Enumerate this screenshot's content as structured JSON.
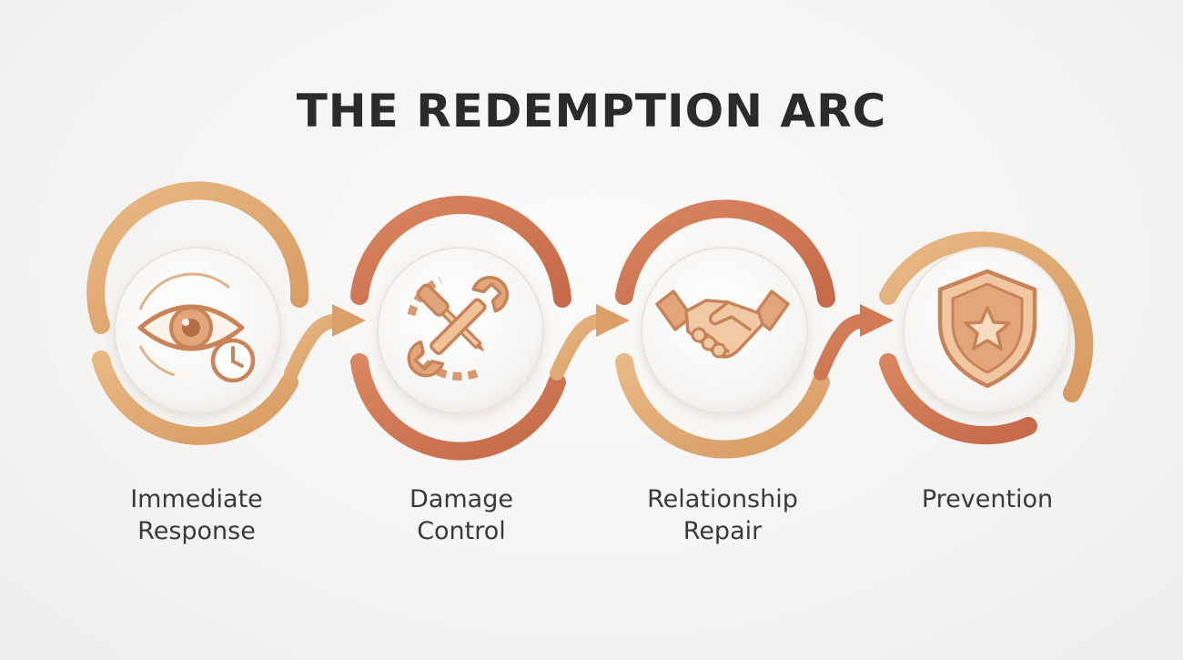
{
  "title": "THE REDEMPTION ARC",
  "colors": {
    "gold": "#dfa468",
    "copper": "#c97050",
    "icon": "#c98358",
    "text": "#3a3a3a",
    "title": "#2b2b2b"
  },
  "steps": [
    {
      "icon": "eye-clock-icon",
      "label_lines": [
        "Immediate",
        "Response"
      ]
    },
    {
      "icon": "wrench-screwdriver-gear-icon",
      "label_lines": [
        "Damage",
        "Control"
      ]
    },
    {
      "icon": "handshake-icon",
      "label_lines": [
        "Relationship",
        "Repair"
      ]
    },
    {
      "icon": "shield-star-icon",
      "label_lines": [
        "Prevention"
      ]
    }
  ]
}
